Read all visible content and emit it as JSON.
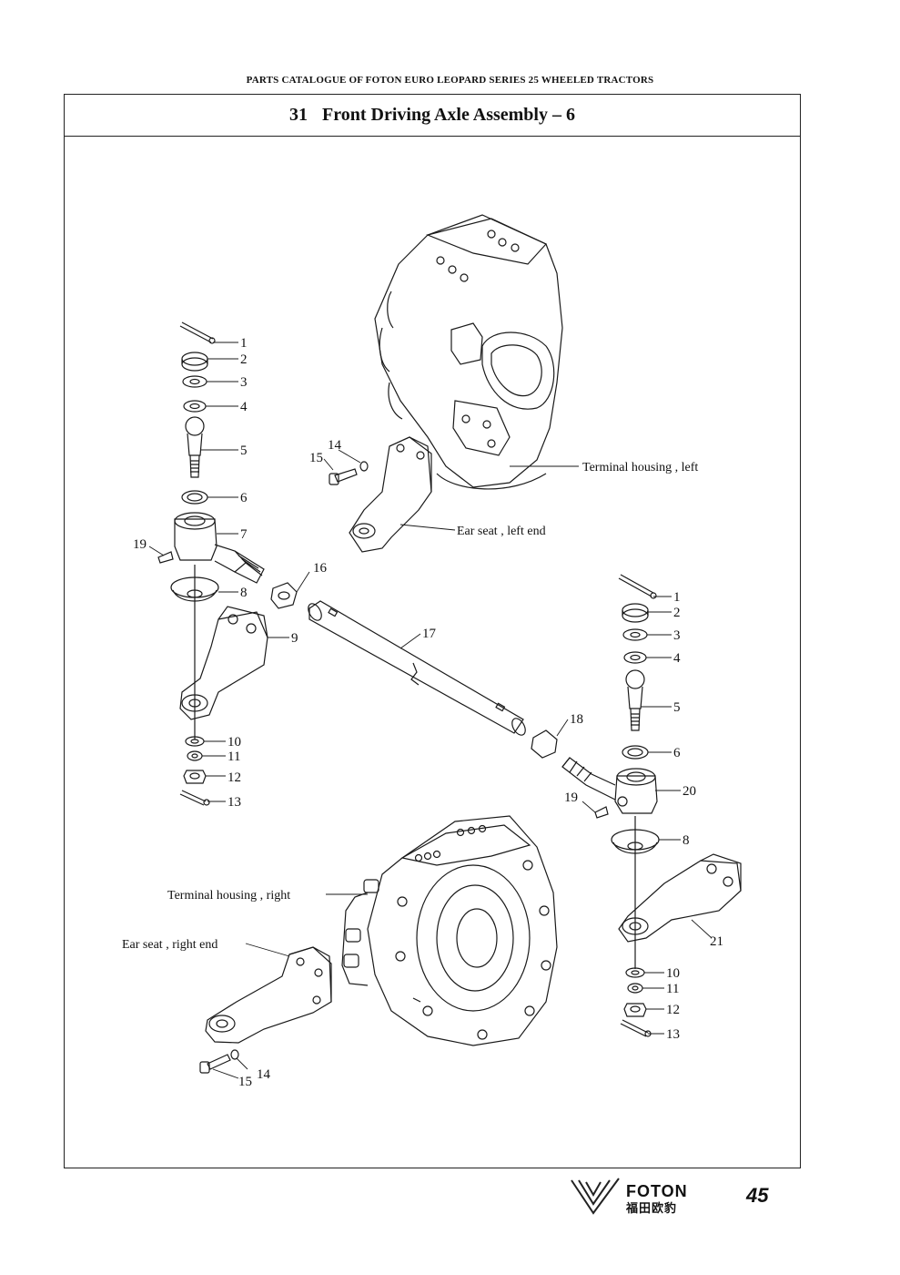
{
  "header": {
    "catalogue_title": "PARTS CATALOGUE OF FOTON EURO LEOPARD SERIES 25 WHEELED TRACTORS"
  },
  "section": {
    "number": "31",
    "title": "Front Driving Axle Assembly – 6"
  },
  "callouts": {
    "left_stack": [
      "1",
      "2",
      "3",
      "4",
      "5",
      "6",
      "7",
      "19",
      "16",
      "8",
      "9",
      "10",
      "11",
      "12",
      "13"
    ],
    "right_stack": [
      "1",
      "2",
      "3",
      "4",
      "5",
      "6",
      "20",
      "19",
      "8",
      "21",
      "10",
      "11",
      "12",
      "13"
    ],
    "center": [
      "17",
      "18"
    ],
    "upper_bolt": [
      "14",
      "15"
    ],
    "lower_bolt": [
      "15",
      "14"
    ]
  },
  "named_parts": {
    "terminal_left": "Terminal housing , left",
    "ear_left": "Ear seat , left end",
    "terminal_right": "Terminal housing , right",
    "ear_right": "Ear seat , right end"
  },
  "footer": {
    "brand_en": "FOTON",
    "brand_cn": "福田欧豹",
    "page_number": "45"
  }
}
